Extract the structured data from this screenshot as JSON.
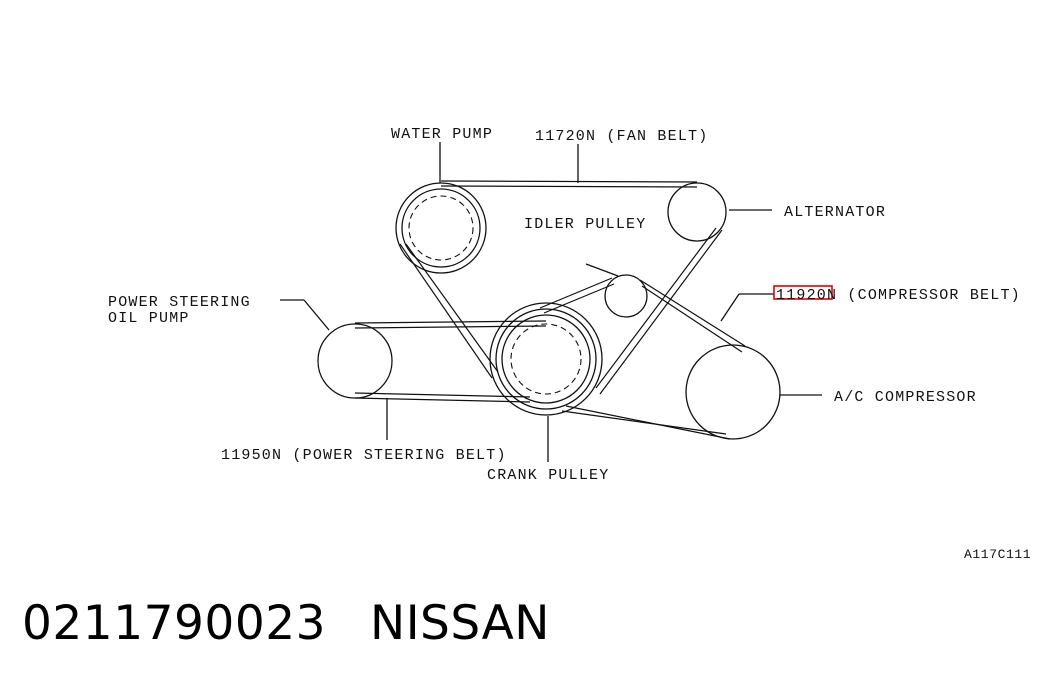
{
  "labels": {
    "water_pump": "WATER PUMP",
    "fan_belt": "11720N (FAN BELT)",
    "alternator": "ALTERNATOR",
    "idler_pulley": "IDLER PULLEY",
    "compressor_belt_code": "11920N",
    "compressor_belt_desc": " (COMPRESSOR BELT)",
    "power_steering_line1": "POWER STEERING",
    "power_steering_line2": "OIL PUMP",
    "ac_compressor": "A/C COMPRESSOR",
    "power_steering_belt": "11950N (POWER STEERING BELT)",
    "crank_pulley": "CRANK PULLEY",
    "figure_id": "A117C111"
  },
  "caption": {
    "part_number": "0211790023",
    "brand": "NISSAN"
  },
  "colors": {
    "line": "#111111",
    "highlight_box": "#e00000",
    "background": "#ffffff"
  }
}
